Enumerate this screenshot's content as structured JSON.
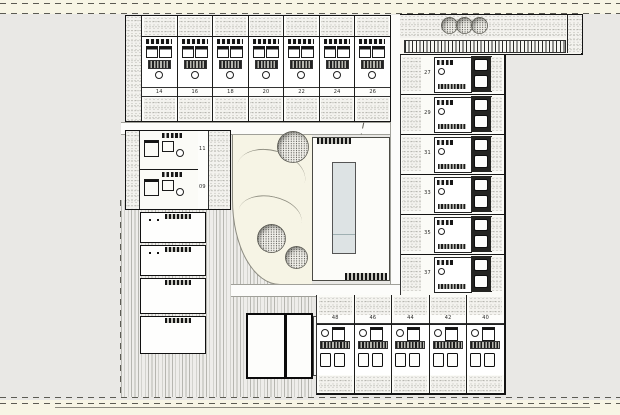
{
  "units": {
    "top_row": [
      "14",
      "16",
      "18",
      "20",
      "22",
      "24",
      "26"
    ],
    "left_block": [
      "11",
      "09"
    ],
    "right_column": [
      "27",
      "29",
      "31",
      "33",
      "35",
      "37"
    ],
    "bottom_row": [
      "48",
      "46",
      "44",
      "42",
      "40"
    ]
  },
  "colors": {
    "background": "#e9e8e5",
    "paper_margin_cream": "#f7f5e5",
    "wall_black": "#141414",
    "pool_water": "#dde3e4",
    "planting_base": "#f3f2ee",
    "garden_cream": "#f6f4e5"
  }
}
